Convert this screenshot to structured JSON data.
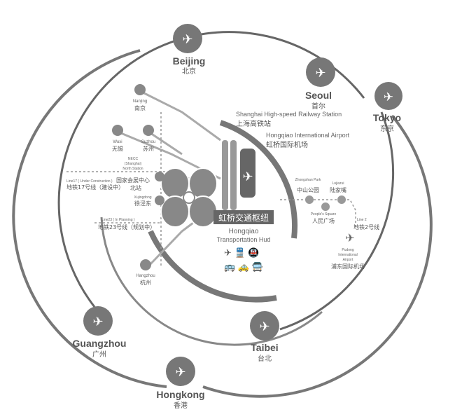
{
  "international": [
    {
      "en": "Beijing",
      "cn": "北京"
    },
    {
      "en": "Seoul",
      "cn": "首尔"
    },
    {
      "en": "Tokyo",
      "cn": "东京"
    },
    {
      "en": "Guangzhou",
      "cn": "广州"
    },
    {
      "en": "Taibei",
      "cn": "台北"
    },
    {
      "en": "Hongkong",
      "cn": "香港"
    }
  ],
  "rail_stations": [
    {
      "en": "Nanjing",
      "cn": "南京"
    },
    {
      "en": "Wuxi",
      "cn": "无锡"
    },
    {
      "en": "Suzhou",
      "cn": "苏州"
    },
    {
      "en": "Hangzhou",
      "cn": "杭州"
    }
  ],
  "necc": {
    "en1": "NECC",
    "en2": "(Shanghai)",
    "en3": "North Station",
    "cn1": "国家会展中心",
    "cn2": "北站"
  },
  "xujingdong": {
    "en": "Xujingdong",
    "cn": "徐泾东"
  },
  "line17": {
    "en": "Line17 ( Under Construction )",
    "cn": "地铁17号线（建设中）"
  },
  "line23": {
    "en": "Line23 ( In Planning )",
    "cn": "地铁23号线（规划中）"
  },
  "line2": {
    "en": "Line 2",
    "cn": "地铁2号线"
  },
  "hsr": {
    "en": "Shanghai High-speed Railway Station",
    "cn": "上海高铁站"
  },
  "airport": {
    "en": "Hongqiao International Airport",
    "cn": "虹桥国际机场"
  },
  "hub": {
    "cn": "虹桥交通枢纽",
    "en1": "Hongqiao",
    "en2": "Transportation Hud"
  },
  "metro": [
    {
      "en": "Zhongshan Park",
      "cn": "中山公园"
    },
    {
      "en": "Lujiazui",
      "cn": "陆家嘴"
    },
    {
      "en": "People's Square",
      "cn": "人民广场"
    }
  ],
  "pudong": {
    "en1": "Pudong",
    "en2": "International",
    "en3": "Airport",
    "cn": "浦东国际机场"
  }
}
